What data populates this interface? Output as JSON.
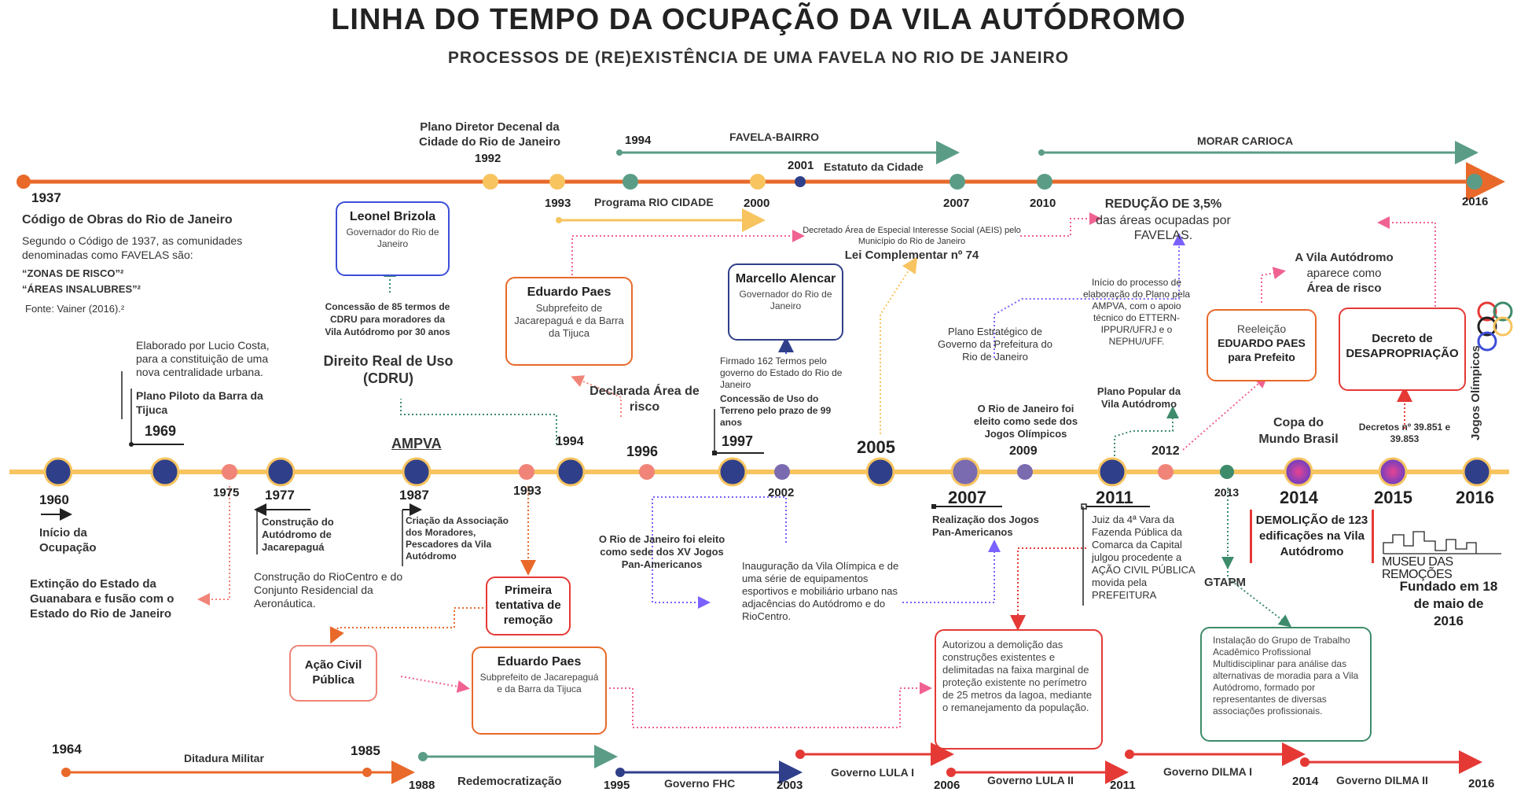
{
  "title": "LINHA DO TEMPO DA OCUPAÇÃO DA VILA AUTÓDROMO",
  "subtitle": "PROCESSOS DE (RE)EXISTÊNCIA DE UMA FAVELA NO RIO DE JANEIRO",
  "colors": {
    "top_line": "#e8692a",
    "middle_line": "#f7c45f",
    "teal": "#5b9c87",
    "navy": "#2f3f8a",
    "salmon": "#f08478",
    "red": "#e53935",
    "purple": "#7a6bb0",
    "orange": "#e8692a"
  },
  "top": {
    "y1937": "1937",
    "codigo_title": "Código de Obras do Rio de Janeiro",
    "codigo_text1": "Segundo o Código de 1937, as comunidades",
    "codigo_text2": "denominadas como FAVELAS são:",
    "zonas": "“ZONAS DE RISCO”²",
    "areas": "“ÁREAS INSALUBRES”²",
    "fonte": "Fonte: Vainer (2016).²",
    "plano_diretor": "Plano Diretor Decenal da Cidade do Rio de Janeiro",
    "y1992": "1992",
    "y1993": "1993",
    "rio_cidade": "Programa RIO CIDADE",
    "y2000": "2000",
    "y1994": "1994",
    "favela_bairro": "FAVELA-BAIRRO",
    "y2001": "2001",
    "estatuto": "Estatuto da Cidade",
    "y2007": "2007",
    "y2010": "2010",
    "morar_carioca": "MORAR CARIOCA",
    "y2016": "2016"
  },
  "middle_top": {
    "brizola_name": "Leonel Brizola",
    "brizola_role": "Governador do Rio de Janeiro",
    "cdru_text": "Concessão de 85 termos de CDRU para moradores da Vila Autódromo por 30 anos",
    "cdru_title": "Direito Real de Uso (CDRU)",
    "paes1_name": "Eduardo Paes",
    "paes1_role": "Subprefeito de Jacarepaguá e da Barra da Tijuca",
    "declarada": "Declarada Área de risco",
    "y1996": "1996",
    "y1994b": "1994",
    "aeis": "Decretado Área de Especial Interesse Social (AEIS) pelo Município do Rio de Janeiro",
    "lei": "Lei Complementar nº 74",
    "alencar_name": "Marcello Alencar",
    "alencar_role": "Governador do Rio de Janeiro",
    "firmado": "Firmado 162 Termos pelo governo do Estado do Rio de Janeiro",
    "concessao": "Concessão de Uso do Terreno pelo prazo de 99 anos",
    "y1997": "1997",
    "y2005": "2005",
    "plano_estrategico": "Plano Estratégico de Governo da Prefeitura do Rio de Janeiro",
    "sede_olimp": "O Rio de Janeiro foi eleito como sede dos Jogos Olímpicos",
    "y2009": "2009",
    "reducao_title": "REDUÇÃO DE 3,5%",
    "reducao_text": "das áreas ocupadas por FAVELAS.",
    "inicio_plano": "Início do processo de elaboração do Plano pela AMPVA, com o apoio técnico do ETTERN-IPPUR/UFRJ e o NEPHU/UFF.",
    "plano_popular": "Plano Popular da Vila Autódromo",
    "y2012": "2012",
    "reeleicao": "Reeleição",
    "reeleicao_name": "EDUARDO PAES",
    "reeleicao_role": "para Prefeito",
    "area_risco_title": "A Vila Autódromo",
    "area_risco_text": "aparece como",
    "area_risco_bold": "Área de risco",
    "decreto_title": "Decreto de DESAPROPRIAÇÃO",
    "decretos": "Decretos nº 39.851 e 39.853",
    "jogos": "Jogos Olímpicos",
    "copa": "Copa do Mundo Brasil",
    "ampva": "AMPVA",
    "elaborado": "Elaborado por Lucio Costa, para a constituição de uma nova centralidade urbana.",
    "plano_piloto": "Plano Piloto da Barra da Tijuca",
    "y1969": "1969"
  },
  "main_axis": {
    "y1960": "1960",
    "inicio": "Início da Ocupação",
    "y1975": "1975",
    "extincao": "Extinção do Estado da Guanabara e fusão com o Estado do Rio de Janeiro",
    "y1977": "1977",
    "autodromo": "Construção do Autódromo de Jacarepaguá",
    "riocentro": "Construção do RioCentro e do Conjunto Residencial da Aeronáutica.",
    "y1987": "1987",
    "associacao": "Criação da Associação dos Moradores, Pescadores da Vila Autódromo",
    "y1993b": "1993",
    "primeira": "Primeira tentativa de remoção",
    "acao": "Ação Civil Pública",
    "paes2_name": "Eduardo Paes",
    "paes2_role": "Subprefeito de Jacarepaguá e da Barra da Tijuca",
    "y2002": "2002",
    "sede_pan": "O Rio de Janeiro foi eleito como sede dos XV Jogos Pan-Americanos",
    "vila_olimpica": "Inauguração da Vila Olímpica e de uma série de equipamentos esportivos e mobiliário urbano nas adjacências do Autódromo e do RioCentro.",
    "y2007b": "2007",
    "pan": "Realização dos Jogos Pan-Americanos",
    "y2011": "2011",
    "juiz": "Juiz da 4ª Vara da Fazenda Pública da Comarca da Capital julgou procedente a AÇÃO CIVIL PÚBLICA movida pela PREFEITURA",
    "autorizou": "Autorizou a demolição das construções existentes e delimitadas na faixa marginal de proteção existente no perímetro de 25 metros da lagoa, mediante o remanejamento da população.",
    "y2013": "2013",
    "gtapm": "GTAPM",
    "instalacao": "Instalação do Grupo de Trabalho Acadêmico Profissional Multidisciplinar para análise das alternativas de moradia para a Vila Autódromo, formado por representantes de diversas associações profissionais.",
    "y2014": "2014",
    "demolicao": "DEMOLIÇÃO de 123 edificações na Vila Autódromo",
    "y2015": "2015",
    "y2016b": "2016",
    "museu": "MUSEU DAS REMOÇÕES",
    "fundado": "Fundado em 18 de maio de 2016"
  },
  "bottom": {
    "y1964": "1964",
    "ditadura": "Ditadura Militar",
    "y1985": "1985",
    "y1988": "1988",
    "redemocratizacao": "Redemocratização",
    "y1995": "1995",
    "fhc": "Governo FHC",
    "y2003": "2003",
    "lula1": "Governo LULA I",
    "y2006": "2006",
    "lula2": "Governo LULA II",
    "y2011c": "2011",
    "dilma1": "Governo DILMA I",
    "y2014c": "2014",
    "dilma2": "Governo DILMA II",
    "y2016c": "2016"
  }
}
